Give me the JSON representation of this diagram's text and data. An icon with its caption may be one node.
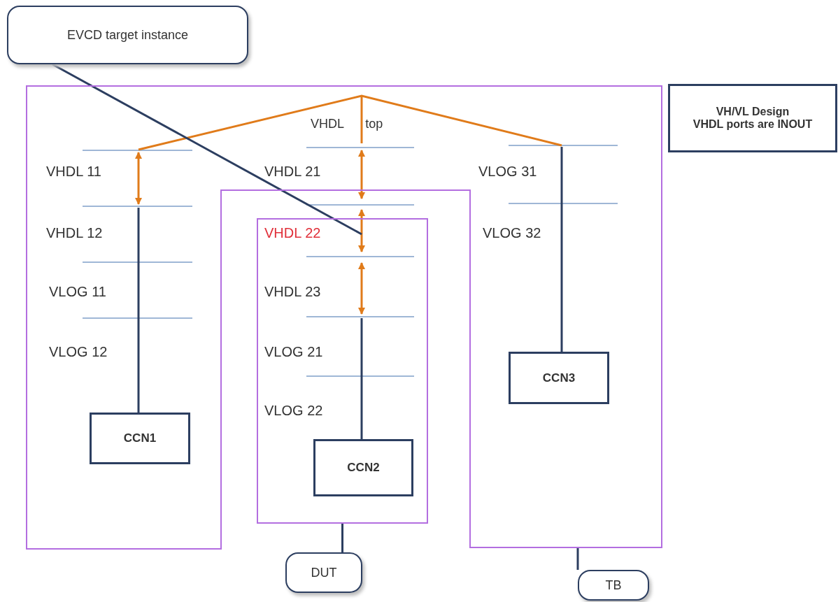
{
  "diagram": {
    "nodes": [
      {
        "text": [
          "EVCD target instance"
        ]
      },
      {
        "text": [],
        "shape": "box"
      },
      {
        "text": [
          "VH/VL Design",
          "VHDL ports are INOUT"
        ]
      },
      {
        "text": [
          "CCN1"
        ],
        "in": 1
      },
      {
        "text": [
          "CCN3"
        ],
        "in": 1
      },
      {
        "text": [],
        "shape": "box"
      },
      {
        "text": [
          "CCN2"
        ],
        "in": 5
      },
      {
        "text": [
          "DUT"
        ]
      },
      {
        "text": [
          "TB"
        ]
      }
    ],
    "edges": [
      {
        "from": 0,
        "to": null,
        "arrow": "none"
      },
      {
        "from": null,
        "to": 3,
        "arrow": "none"
      },
      {
        "from": null,
        "to": 6,
        "arrow": "none"
      },
      {
        "from": null,
        "to": 4,
        "arrow": "none"
      },
      {
        "from": 7,
        "to": 5,
        "arrow": "none"
      },
      {
        "from": 8,
        "to": 1,
        "arrow": "none"
      }
    ],
    "labels": [
      "VHDL top",
      "VHDL 11",
      "VHDL 21",
      "VLOG 31",
      "VHDL 12",
      "VHDL 22",
      "VLOG 32",
      "VLOG 11",
      "VHDL 23",
      "VLOG 12",
      "VLOG 21",
      "VLOG 22"
    ]
  }
}
